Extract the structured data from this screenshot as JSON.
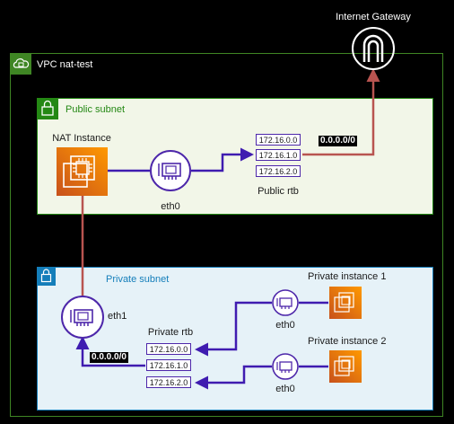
{
  "internet_gateway": {
    "label": "Internet Gateway",
    "icon": "internet-gateway-icon"
  },
  "vpc": {
    "label": "VPC nat-test",
    "icon": "vpc-cloud-lock-icon",
    "border_color": "#3f8624"
  },
  "public_subnet": {
    "label": "Public subnet",
    "icon": "padlock-icon",
    "accent": "#248814",
    "fill": "#f2f6e8",
    "nat_instance": {
      "label": "NAT Instance",
      "icon": "ec2-instance-icon"
    },
    "eni": {
      "label": "eth0",
      "icon": "network-interface-icon"
    },
    "route_table": {
      "label": "Public rtb",
      "routes": [
        "172.16.0.0",
        "172.16.1.0",
        "172.16.2.0"
      ]
    },
    "default_route_label": "0.0.0.0/0"
  },
  "private_subnet": {
    "label": "Private subnet",
    "icon": "padlock-icon",
    "accent": "#147eba",
    "fill": "#e6f2f8",
    "eni": {
      "label": "eth1",
      "icon": "network-interface-icon"
    },
    "route_table": {
      "label": "Private rtb",
      "routes": [
        "172.16.0.0",
        "172.16.1.0",
        "172.16.2.0"
      ]
    },
    "default_route_label": "0.0.0.0/0",
    "instances": [
      {
        "label": "Private instance 1",
        "eni_label": "eth0",
        "icon": "ec2-instance-icon"
      },
      {
        "label": "Private instance 2",
        "eni_label": "eth0",
        "icon": "ec2-instance-icon"
      }
    ]
  },
  "colors": {
    "internet_link": "#b85450",
    "private_link": "#3f1cb0",
    "ec2_orange": "#ed7100",
    "purple": "#4d27aa"
  }
}
